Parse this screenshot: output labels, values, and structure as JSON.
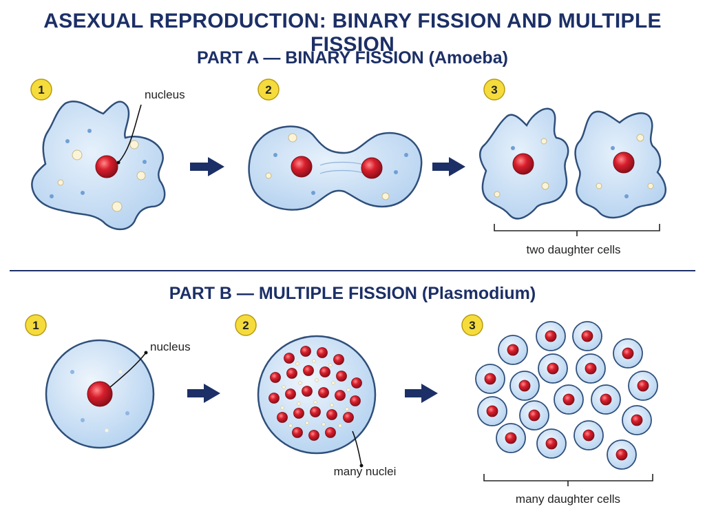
{
  "title": "ASEXUAL REPRODUCTION: BINARY FISSION AND MULTIPLE FISSION",
  "colors": {
    "heading": "#1c2f66",
    "arrow": "#1c2f66",
    "cytoplasm": "#cfe4f7",
    "membrane": "#2f4f7a",
    "nucleus": "#d01f2e",
    "badge": "#f5dc3c"
  },
  "part_a": {
    "heading": "PART A — BINARY FISSION (Amoeba)",
    "steps": [
      "1",
      "2",
      "3"
    ],
    "nucleus_label": "nucleus",
    "daughter_label": "two daughter cells"
  },
  "part_b": {
    "heading": "PART B — MULTIPLE FISSION (Plasmodium)",
    "steps": [
      "1",
      "2",
      "3"
    ],
    "nucleus_label": "nucleus",
    "many_nuclei_label": "many nuclei",
    "daughter_label": "many daughter cells"
  }
}
